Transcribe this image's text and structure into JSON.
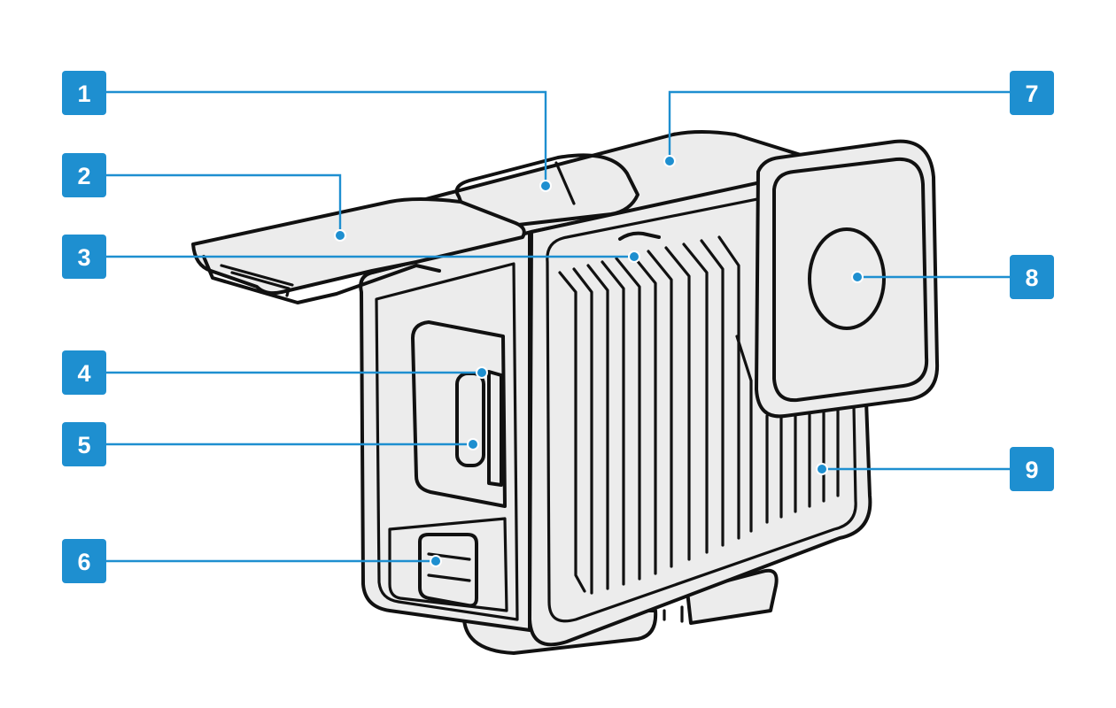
{
  "diagram": {
    "accent_color": "#1e8fd0",
    "line_color": "#111111",
    "callouts": [
      {
        "label": "1"
      },
      {
        "label": "2"
      },
      {
        "label": "3"
      },
      {
        "label": "4"
      },
      {
        "label": "5"
      },
      {
        "label": "6"
      },
      {
        "label": "7"
      },
      {
        "label": "8"
      },
      {
        "label": "9"
      }
    ]
  }
}
